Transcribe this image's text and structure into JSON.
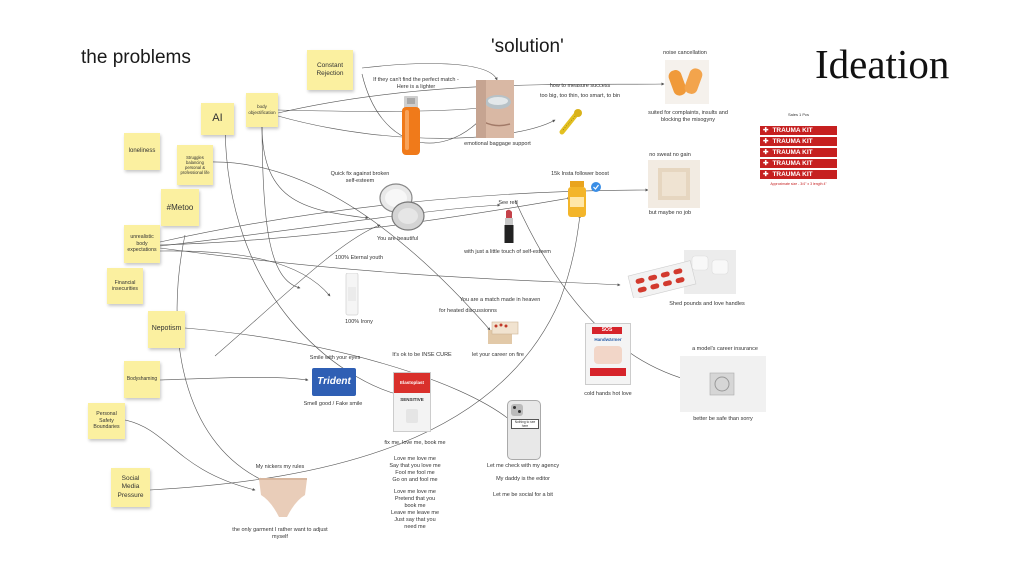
{
  "titles": {
    "problems": "the problems",
    "solution": "'solution'",
    "ideation": "Ideation"
  },
  "stickies": {
    "constant_rejection": "Constant Rejection",
    "body_objectification": "body objectification",
    "ai": "AI",
    "loneliness": "loneliness",
    "struggles": "Struggles balancing personal & professional life",
    "metoo": "#Metoo",
    "unrealistic": "unrealistic body expectations",
    "financial": "Financial insecurities",
    "nepotism": "Nepotism",
    "bodyshaming": "Bodyshaming",
    "personal_safety": "Personal Safety Boundaries",
    "social_media": "Social Media Pressure"
  },
  "labels": {
    "lighter_top": "If they can't find the perfect match - Here is a lighter",
    "measure_success": "how to measure success",
    "too_big": "too big, too thin, too smart, to bin",
    "emotional_baggage": "emotional baggage support",
    "noise_cancellation": "noise cancellation",
    "suited_for": "suited for complaints, insults and blocking the misogyny",
    "no_sweat": "no sweat no gain",
    "but_no_job": "but maybe no job",
    "quick_fix": "Quick fix against broken self-esteem",
    "insta_boost": "15k Insta follower boost",
    "see_red": "See red",
    "you_beautiful": "You are beautiful",
    "touch_self_esteem": "with just a little touch of self-esteem",
    "eternal_youth": "100% Eternal youth",
    "irony": "100% Irony",
    "shed_pounds": "Shed pounds and love handles",
    "match_heaven": "You are a match made in heaven",
    "heated_discussions": "for heated discussionns",
    "career_fire": "let your career on fire",
    "cold_hands": "cold hands hot love",
    "career_insurance": "a model's career insurance",
    "better_safe": "better be safe than sorry",
    "smile_eyes": "Smile with your eyes",
    "smell_good": "Smell good / Fake smile",
    "insecure": "It's ok to be INSE  CURE",
    "fix_me": "fix me, love me, book me",
    "love_me_1": "Love me love me",
    "love_me_2": "Say that you love me",
    "love_me_3": "Fool me fool me",
    "love_me_4": "Go on and fool me",
    "love_me_5": "Love me love me",
    "love_me_6": "Pretend that you",
    "love_me_7": "book me",
    "love_me_8": "Leave me leave me",
    "love_me_9": "Just say that you",
    "love_me_10": "need me",
    "agency_check": "Let me check with my agency",
    "daddy_editor": "My daddy is the editor",
    "social_bit": "Let me be social for a bit",
    "knickers_rules": "My nickers my rules",
    "only_garment": "the only garment I rather want to adjust myself"
  },
  "products": {
    "gum_brand": "Trident",
    "plaster_brand": "Elastoplast",
    "plaster_sub": "SENSITIVE",
    "warmer_brand": "SOS",
    "warmer_sub": "Handwärmer",
    "phone_sticker": "Nothing to see here"
  },
  "trauma_kit": {
    "header": "Sales 1 Pcs",
    "label": "TRAUMA KIT",
    "footer": "Approximate size - 3/4\" x 3 length 4\""
  },
  "colors": {
    "sticky": "#fbf0a0",
    "trauma_red": "#c62020",
    "arrow": "#555555"
  }
}
